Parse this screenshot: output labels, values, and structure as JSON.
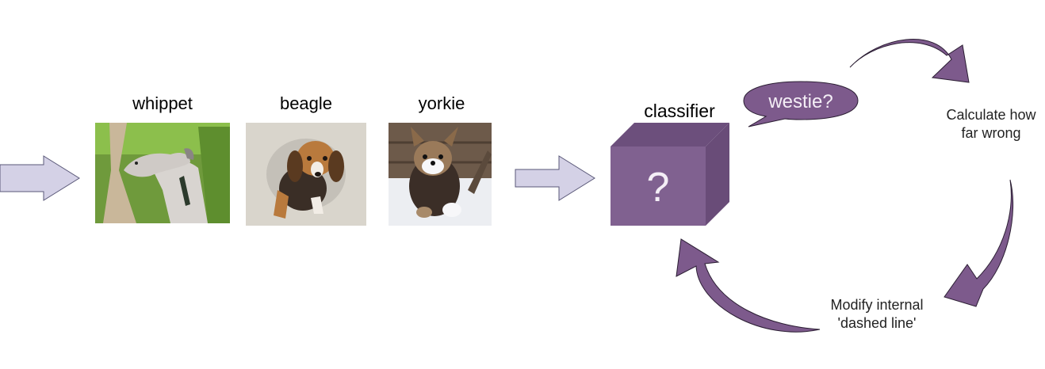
{
  "images": [
    {
      "label": "whippet",
      "picture": "whippet-photo"
    },
    {
      "label": "beagle",
      "picture": "beagle-puppy-photo"
    },
    {
      "label": "yorkie",
      "picture": "yorkie-in-snow-photo"
    }
  ],
  "classifier": {
    "label": "classifier",
    "symbol": "?"
  },
  "prediction": "westie?",
  "steps": {
    "calculate": [
      "Calculate how",
      "far wrong"
    ],
    "modify": [
      "Modify internal",
      "'dashed line'"
    ]
  },
  "colors": {
    "input_arrow_fill": "#d4d1e6",
    "input_arrow_stroke": "#5a5878",
    "cube_front": "#806190",
    "cube_top": "#6c4f7c",
    "cube_side": "#694c78",
    "cycle_arrow_fill": "#7d5a8c",
    "cycle_arrow_stroke": "#2b1e33"
  }
}
